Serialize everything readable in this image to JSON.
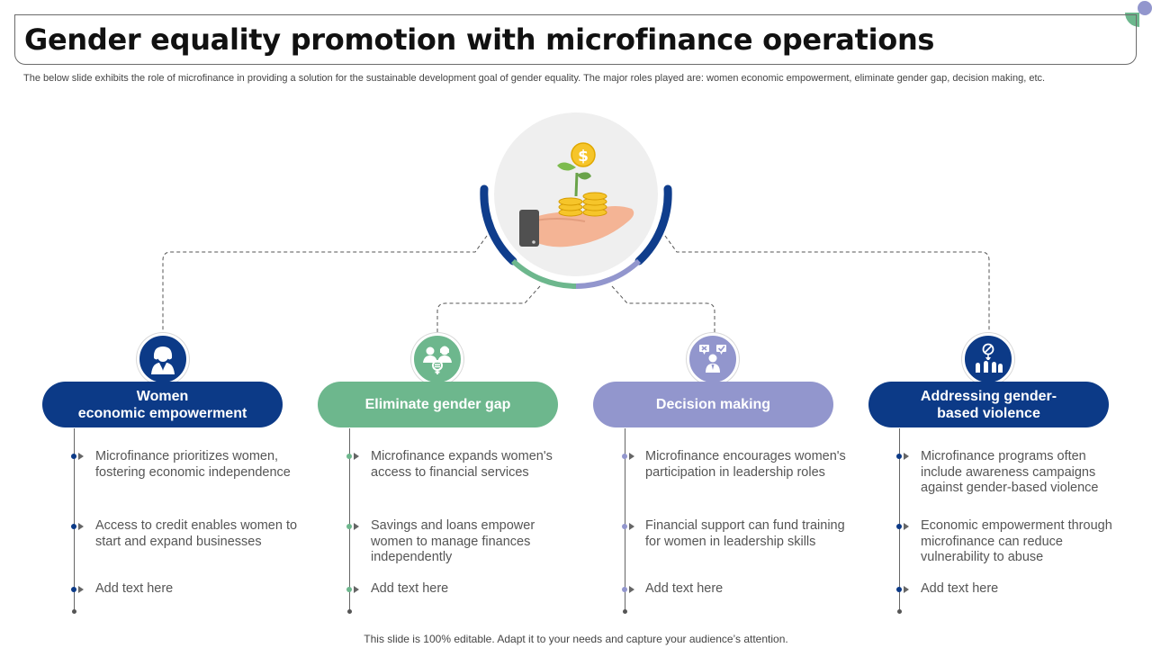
{
  "title": "Gender equality promotion with microfinance operations",
  "subtitle": "The below slide exhibits the role of microfinance in providing a solution for the sustainable development goal of gender equality. The major roles played are: women economic empowerment, eliminate gender gap, decision making, etc.",
  "footer": "This slide is 100% editable. Adapt it to your needs and capture your audience’s attention.",
  "hub": {
    "icon": "hand-holding-coins-icon",
    "coin_symbol": "$"
  },
  "colors": {
    "navy": "#0c3a87",
    "green": "#6db78d",
    "lavender": "#9296cd",
    "ring_navy": "#0f3d8c",
    "hub_bg": "#efefef"
  },
  "columns": [
    {
      "id": "women",
      "label": "Women\neconomic empowerment",
      "color": "#0c3a87",
      "icon": "businesswoman-icon",
      "items": [
        "Microfinance prioritizes women, fostering economic independence",
        "Access to credit enables women to start and expand businesses",
        "Add text here"
      ]
    },
    {
      "id": "gap",
      "label": "Eliminate gender gap",
      "color": "#6db78d",
      "icon": "gender-equality-icon",
      "items": [
        "Microfinance expands women's access to financial services",
        "Savings and loans empower women to manage finances independently",
        "Add text here"
      ]
    },
    {
      "id": "decision",
      "label": "Decision making",
      "color": "#9296cd",
      "icon": "decision-making-icon",
      "items": [
        "Microfinance encourages women's participation in leadership roles",
        "Financial support can fund training for women in leadership skills",
        "Add text here"
      ]
    },
    {
      "id": "violence",
      "label": "Addressing gender-\nbased violence",
      "color": "#0c3a87",
      "icon": "stop-violence-icon",
      "items": [
        "Microfinance programs often include awareness campaigns against gender-based violence",
        "Economic empowerment through microfinance can reduce vulnerability to abuse",
        "Add text here"
      ]
    }
  ]
}
